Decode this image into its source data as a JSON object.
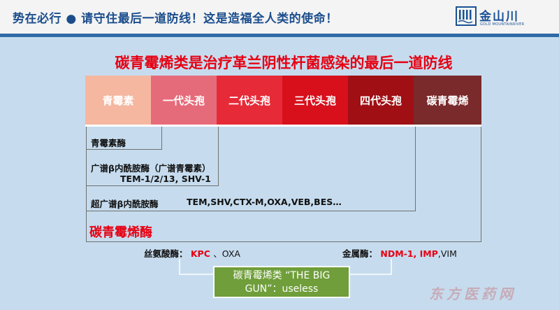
{
  "header": {
    "title": "势在必行 ● 请守住最后一道防线！这是造福全人类的使命！",
    "logo_name": "金山川",
    "logo_sub": "GOLD MOUNTAINRIVER"
  },
  "main_title": "碳青霉烯类是治疗革兰阴性杆菌感染的最后一道防线",
  "generations": [
    {
      "label": "青霉素"
    },
    {
      "label": "一代头孢"
    },
    {
      "label": "二代头孢"
    },
    {
      "label": "三代头孢"
    },
    {
      "label": "四代头孢"
    },
    {
      "label": "碳青霉烯"
    }
  ],
  "enzymes": {
    "penicillinase": "青霉素酶",
    "broad_line1": "广谱β内酰胺酶（广谱青霉素）",
    "broad_line2": "TEM-1/2/13, SHV-1",
    "esbl_label": "超广谱β内酰胺酶",
    "esbl_types": "TEM,SHV,CTX-M,OXA,VEB,BES…",
    "carbapenemase": "碳青霉烯酶"
  },
  "serine": {
    "label": "丝氨酸酶：",
    "kpc": "KPC",
    "sep": "、",
    "oxa": "OXA"
  },
  "metallo": {
    "label": "金属酶：",
    "ndm": "NDM-1, IMP",
    "vim": ",VIM"
  },
  "gun_box": {
    "line1": "碳青霉烯类 “THE BIG",
    "line2": "GUN”：useless"
  },
  "watermark": "东方医药网"
}
